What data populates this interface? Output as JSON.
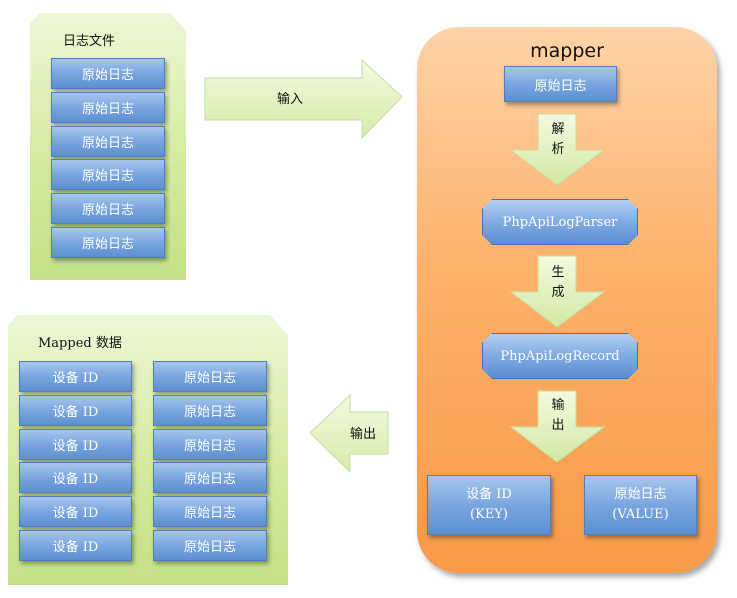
{
  "log_file": {
    "title": "日志文件",
    "items": [
      "原始日志",
      "原始日志",
      "原始日志",
      "原始日志",
      "原始日志",
      "原始日志"
    ]
  },
  "input_arrow": {
    "label": "输入"
  },
  "mapper": {
    "title": "mapper",
    "raw_log": "原始日志",
    "parse_chars": [
      "解",
      "析"
    ],
    "parser": "PhpApiLogParser",
    "generate_chars": [
      "生",
      "成"
    ],
    "record": "PhpApiLogRecord",
    "output_chars": [
      "输",
      "出"
    ],
    "key_box": {
      "line1": "设备 ID",
      "line2": "(KEY)"
    },
    "value_box": {
      "line1": "原始日志",
      "line2": "(VALUE)"
    }
  },
  "output_arrow": {
    "label": "输出"
  },
  "mapped_data": {
    "title": "Mapped 数据",
    "left": [
      "设备 ID",
      "设备 ID",
      "设备 ID",
      "设备 ID",
      "设备 ID",
      "设备 ID"
    ],
    "right": [
      "原始日志",
      "原始日志",
      "原始日志",
      "原始日志",
      "原始日志",
      "原始日志"
    ]
  },
  "colors": {
    "panel_green": "#d4eba0",
    "arrow_green": "#e6f3c4",
    "mapper_orange": "#fdb16a",
    "box_blue": "#7aa6df"
  }
}
